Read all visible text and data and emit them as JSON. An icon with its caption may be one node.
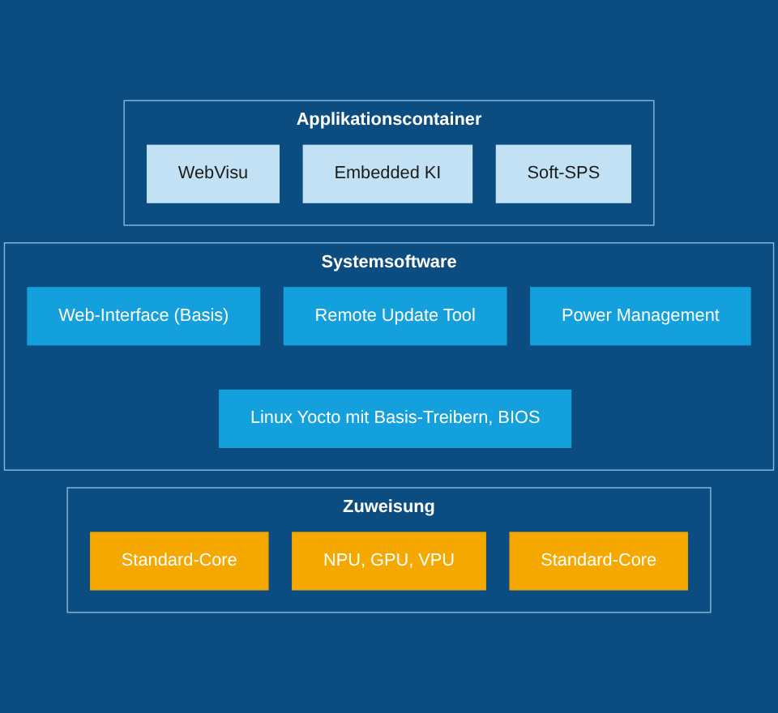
{
  "diagram": {
    "nodes": [
      {
        "text": [
          "Applikationscontainer"
        ]
      },
      {
        "text": [
          "WebVisu"
        ],
        "in": 0
      },
      {
        "text": [
          "Embedded KI"
        ],
        "in": 0
      },
      {
        "text": [
          "Soft-SPS"
        ],
        "in": 0
      },
      {
        "text": [
          "Systemsoftware"
        ]
      },
      {
        "text": [
          "Web-Interface (Basis)"
        ],
        "in": 4
      },
      {
        "text": [
          "Remote Update Tool"
        ],
        "in": 4
      },
      {
        "text": [
          "Power Management"
        ],
        "in": 4
      },
      {
        "text": [
          "Linux Yocto mit Basis-Treibern, BIOS"
        ],
        "in": 4
      },
      {
        "text": [
          "Zuweisung"
        ]
      },
      {
        "text": [
          "Standard-Core"
        ],
        "in": 9
      },
      {
        "text": [
          "NPU, GPU, VPU"
        ],
        "in": 9
      },
      {
        "text": [
          "Standard-Core"
        ],
        "in": 9
      }
    ]
  }
}
